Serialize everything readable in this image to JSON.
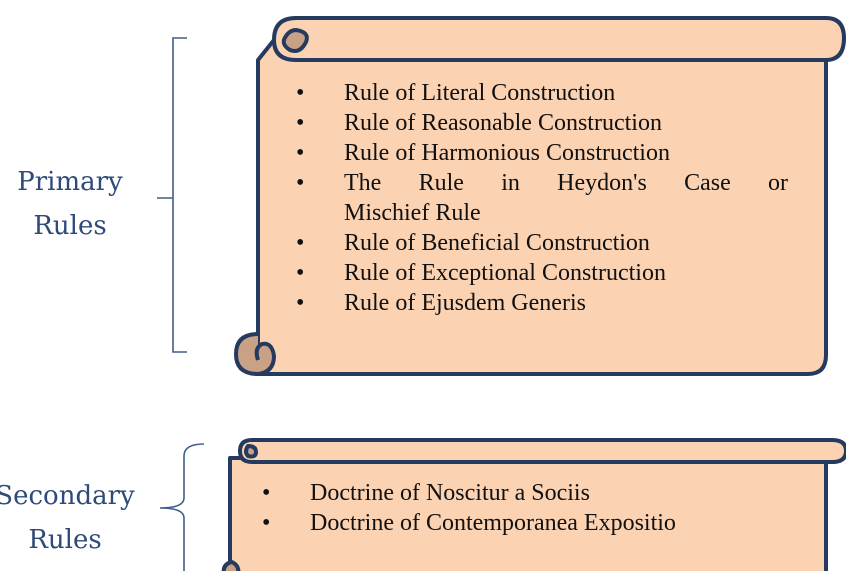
{
  "primary": {
    "label_line1": "Primary",
    "label_line2": "Rules",
    "items": [
      "Rule of Literal Construction",
      "Rule of Reasonable Construction",
      "Rule of Harmonious Construction",
      "The Rule in Heydon's Case or",
      "Mischief Rule",
      "Rule of Beneficial Construction",
      "Rule of Exceptional Construction",
      "Rule of Ejusdem Generis"
    ]
  },
  "secondary": {
    "label_line1": "Secondary",
    "label_line2": "Rules",
    "items": [
      "Doctrine of Noscitur a Sociis",
      "Doctrine of Contemporanea Expositio"
    ]
  },
  "colors": {
    "scroll_fill": "#fbd2b2",
    "scroll_curl": "#c9a185",
    "outline": "#243a5e",
    "bracket": "#3f5f8c",
    "label": "#2e4a78"
  }
}
